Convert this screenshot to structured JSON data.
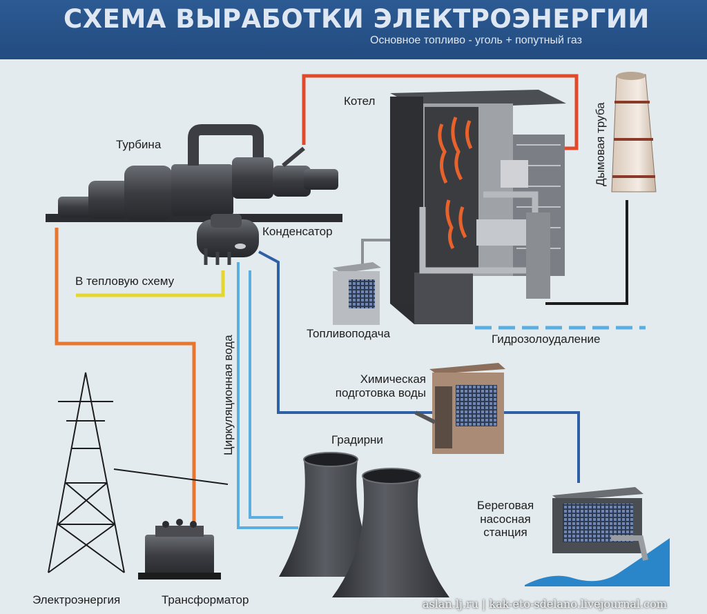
{
  "header": {
    "title": "СХЕМА ВЫРАБОТКИ ЭЛЕКТРОЭНЕРГИИ",
    "subtitle": "Основное топливо - уголь + попутный газ"
  },
  "labels": {
    "turbine": "Турбина",
    "boiler": "Котел",
    "chimney": "Дымовая труба",
    "condenser": "Конденсатор",
    "heat_scheme": "В тепловую схему",
    "fuel_supply": "Топливоподача",
    "ash_removal": "Гидрозолоудаление",
    "circulating_water": "Циркуляционная вода",
    "water_treatment": "Химическая подготовка воды",
    "cooling_towers": "Градирни",
    "pump_station": "Береговая насосная станция",
    "electricity": "Электроэнергия",
    "transformer": "Трансформатор"
  },
  "credit": "aslan.lj.ru | kak-eto-sdelano.livejournal.com",
  "colors": {
    "header_bg": "#2c5a93",
    "red_line": "#e0492a",
    "orange_line": "#e8762f",
    "blue_dark_line": "#2f5fa4",
    "blue_light_line": "#5aaee0",
    "yellow_line": "#e6d72e",
    "dark_line": "#1c1c1c",
    "equipment": "#3d3f44"
  }
}
